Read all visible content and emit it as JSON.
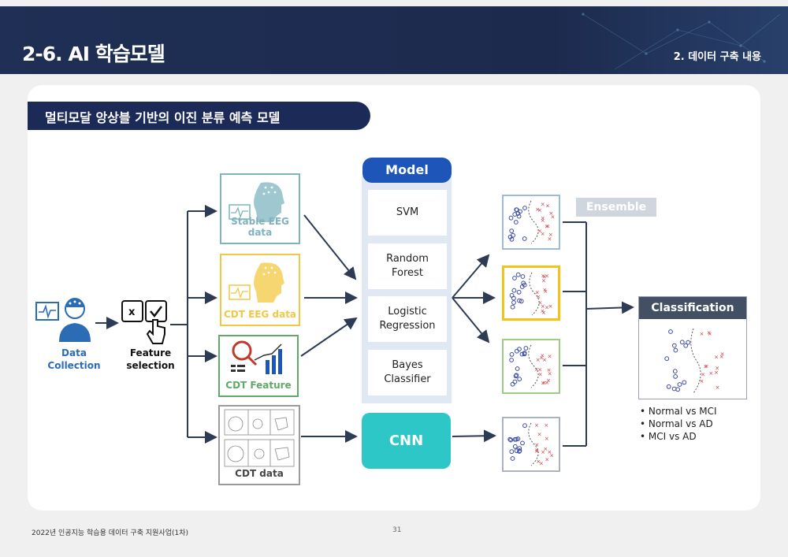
{
  "header": {
    "title": "2-6. AI 학습모델",
    "subtitle": "2. 데이터 구축 내용"
  },
  "section_title": "멀티모달 앙상블 기반의 이진 분류 예측 모델",
  "diagram": {
    "data_collection_label": "Data\nCollection",
    "feature_selection_label": "Feature\nselection",
    "inputs": [
      {
        "label": "Stable EEG data",
        "color": "#7fb3bd"
      },
      {
        "label": "CDT EEG data",
        "color": "#f2c744"
      },
      {
        "label": "CDT Feature",
        "color": "#62a868"
      },
      {
        "label": "CDT data",
        "color": "#9b9b9b"
      }
    ],
    "model_header": "Model",
    "models": [
      "SVM",
      "Random\nForest",
      "Logistic\nRegression",
      "Bayes\nClassifier"
    ],
    "cnn_label": "CNN",
    "outputs": [
      {
        "border": "#9bbbe0"
      },
      {
        "border": "#f5c21b"
      },
      {
        "border": "#9ccc86"
      },
      {
        "border": "#aab2c3"
      }
    ],
    "ensemble_label": "Ensemble",
    "classification_header": "Classification",
    "classification_items": [
      "Normal vs MCI",
      "Normal vs AD",
      "MCI vs AD"
    ],
    "colors": {
      "navy": "#1c2a58",
      "blue": "#1d55b8",
      "teal": "#2ec7c7",
      "label_blue": "#2b6cb5"
    }
  },
  "footer": {
    "left": "2022년 인공지능 학습용 데이터 구축 지원사업(1차)",
    "page": "31"
  }
}
